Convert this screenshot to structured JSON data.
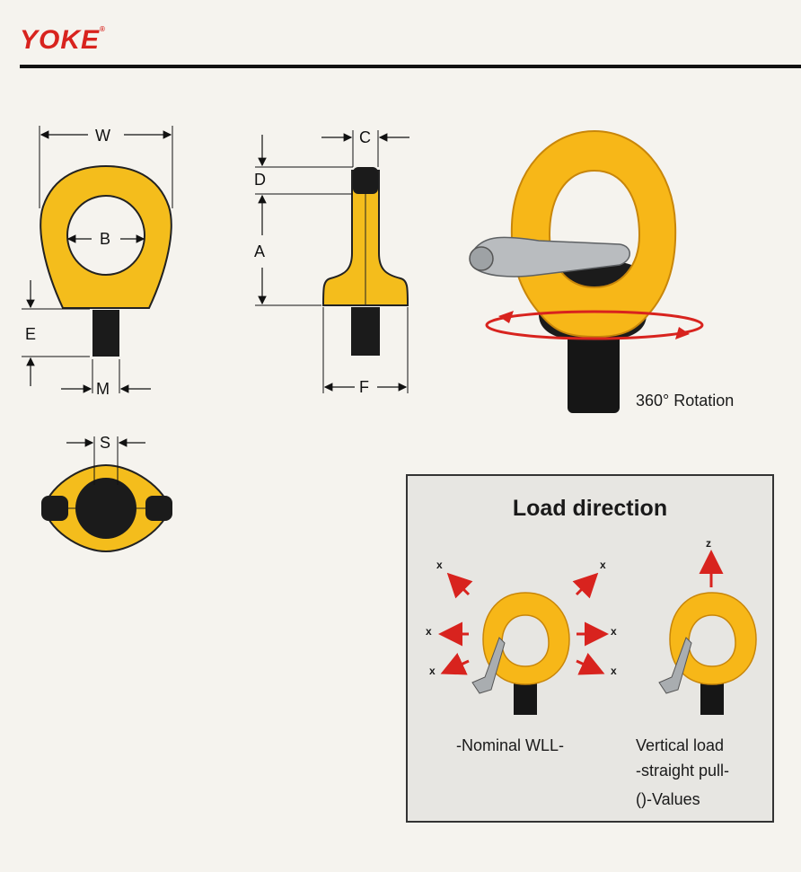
{
  "brand": {
    "name": "YOKE",
    "reg": "®"
  },
  "front_view": {
    "labels": {
      "w": "W",
      "b": "B",
      "e": "E",
      "m": "M"
    }
  },
  "side_view": {
    "labels": {
      "c": "C",
      "d": "D",
      "a": "A",
      "f": "F"
    }
  },
  "top_view": {
    "labels": {
      "s": "S"
    }
  },
  "product_photo": {
    "rotation_label": "360° Rotation"
  },
  "load_direction": {
    "title": "Load direction",
    "axis_x": "x",
    "axis_z": "z",
    "nominal_caption": "-Nominal WLL-",
    "vertical_caption_1": "Vertical load",
    "vertical_caption_2": "-straight pull-",
    "values_caption": "()-Values"
  },
  "colors": {
    "yellow": "#f4bd1c",
    "dark": "#1b1b1b",
    "red": "#d8231e",
    "steel": "#b9bcbf"
  }
}
